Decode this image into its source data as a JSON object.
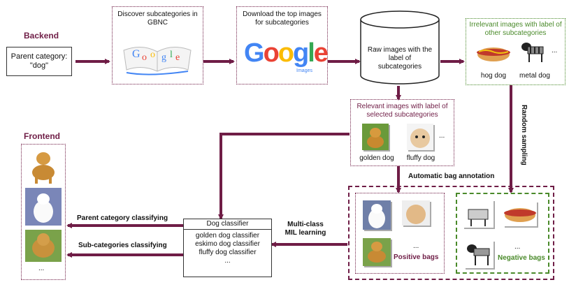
{
  "backend": {
    "heading": "Backend",
    "parent_label": "Parent category:",
    "parent_value": "\"dog\""
  },
  "discover": {
    "label": "Discover subcategories in GBNC"
  },
  "download": {
    "label": "Download the top images for subcategories",
    "logo_letters": [
      "G",
      "o",
      "o",
      "g",
      "l",
      "e"
    ],
    "logo_colors": [
      "#4285f4",
      "#ea4335",
      "#fbbc05",
      "#4285f4",
      "#34a853",
      "#ea4335"
    ],
    "logo_sub": "Images"
  },
  "raw": {
    "label": "Raw images with the label of subcategories"
  },
  "irrelevant": {
    "title": "Irrelevant images with label of other subcategories",
    "items": [
      "hog dog",
      "metal dog"
    ],
    "ellipsis": "..."
  },
  "relevant": {
    "title": "Relevant images with label of selected subcategories",
    "items": [
      "golden dog",
      "fluffy dog"
    ],
    "ellipsis": "..."
  },
  "random_sampling": "Random sampling",
  "auto_bag": "Automatic bag annotation",
  "positive_bags": "Positive bags",
  "negative_bags": "Negative bags",
  "bag_ellipsis": "...",
  "mil": {
    "line1": "Multi-class",
    "line2": "MIL learning"
  },
  "classifier": {
    "title": "Dog classifier",
    "lines": [
      "golden dog classifier",
      "eskimo dog classifier",
      "fluffy dog classifier",
      "..."
    ]
  },
  "parent_classifying": "Parent category classifying",
  "sub_classifying": "Sub-categories classifying",
  "frontend": {
    "heading": "Frontend",
    "ellipsis": "..."
  },
  "colors": {
    "maroon": "#6f1d46",
    "green": "#4a8a2a"
  }
}
